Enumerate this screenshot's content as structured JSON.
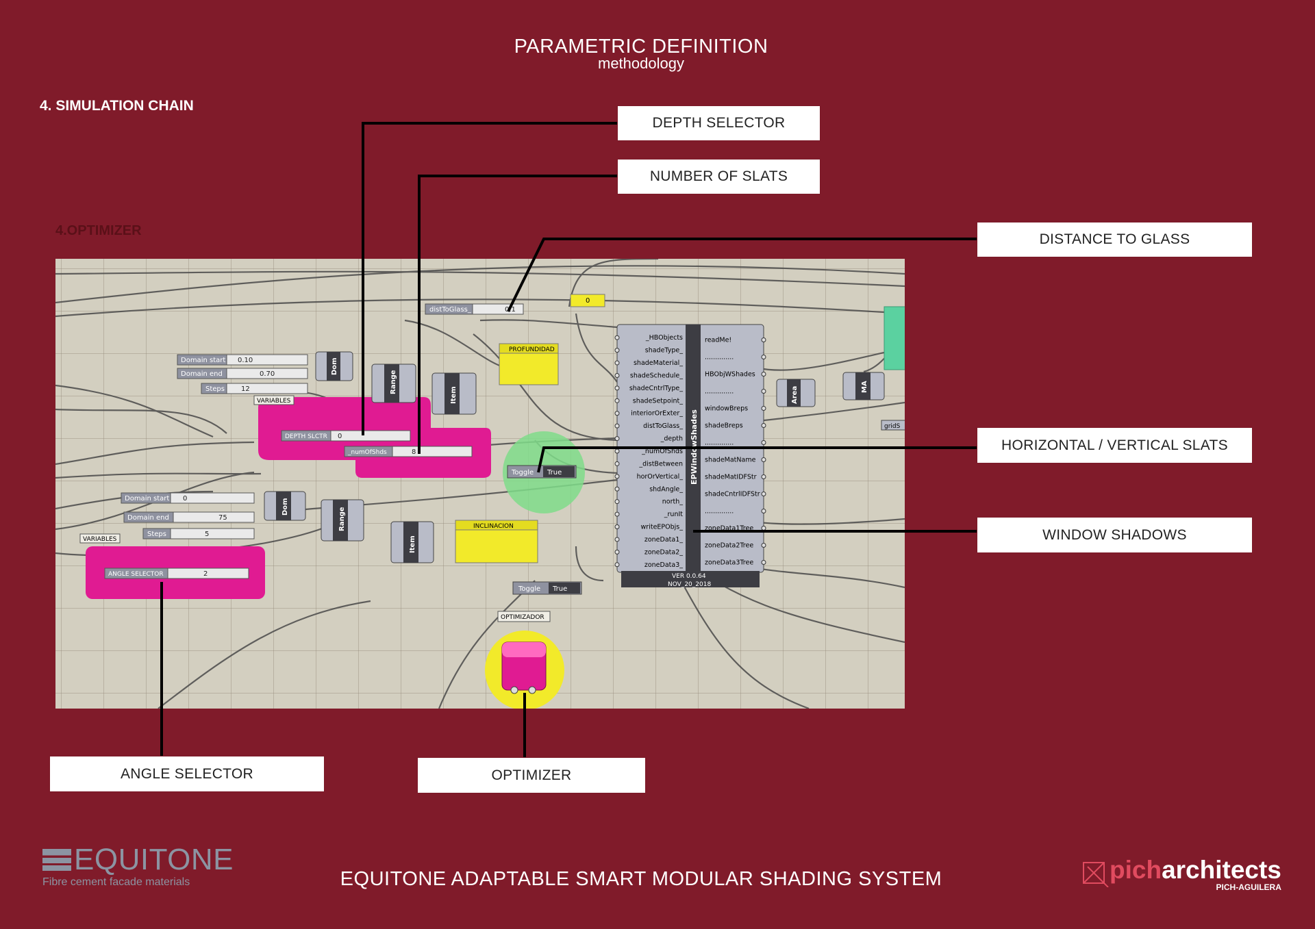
{
  "header": {
    "title": "PARAMETRIC DEFINITION",
    "subtitle": "methodology"
  },
  "section_title": "4. SIMULATION CHAIN",
  "subsection_title": "4.OPTIMIZER",
  "callouts": {
    "depth_selector": "DEPTH SELECTOR",
    "number_of_slats": "NUMBER OF SLATS",
    "distance_to_glass": "DISTANCE TO GLASS",
    "horizontal_vertical_slats": "HORIZONTAL / VERTICAL SLATS",
    "window_shadows": "WINDOW SHADOWS",
    "angle_selector": "ANGLE SELECTOR",
    "optimizer": "OPTIMIZER"
  },
  "canvas": {
    "dist_slider": {
      "label": "distToGlass_",
      "value": "0.1"
    },
    "yellow_small": "0",
    "domain_start_1": {
      "label": "Domain start",
      "value": "0.10"
    },
    "domain_end_1": {
      "label": "Domain end",
      "value": "0.70"
    },
    "steps_1": {
      "label": "Steps",
      "value": "12"
    },
    "variables_tag": "VARIABLES",
    "depth_slider": {
      "label": "DEPTH SLCTR",
      "value": "0"
    },
    "num_slider": {
      "label": "_numOfShds",
      "value": "8"
    },
    "profundidad": "PROFUNDIDAD",
    "toggle_1": {
      "label": "Toggle",
      "value": "True"
    },
    "domain_start_2": {
      "label": "Domain start",
      "value": "0"
    },
    "domain_end_2": {
      "label": "Domain end",
      "value": "75"
    },
    "steps_2": {
      "label": "Steps",
      "value": "5"
    },
    "angle_slider": {
      "label": "ANGLE SELECTOR",
      "value": "2"
    },
    "inclinacion": "INCLINACION",
    "toggle_2": {
      "label": "Toggle",
      "value": "True"
    },
    "optimizador": "OPTIMIZADOR",
    "dom": "Dom",
    "range": "Range",
    "item": "Item",
    "area": "Area",
    "ma": "MA",
    "gridsize": "gridS",
    "ep_component": "EPWindowShades",
    "ep_inputs": [
      "_HBObjects",
      "shadeType_",
      "shadeMaterial_",
      "shadeSchedule_",
      "shadeCntrlType_",
      "shadeSetpoint_",
      "interiorOrExter_",
      "distToGlass_",
      "_depth",
      "_numOfShds",
      "_distBetween",
      "horOrVertical_",
      "shdAngle_",
      "north_",
      "_runIt",
      "writeEPObjs_",
      "zoneData1_",
      "zoneData2_",
      "zoneData3_"
    ],
    "ep_outputs": [
      "readMe!",
      "..............",
      "HBObjWShades",
      "..............",
      "windowBreps",
      "shadeBreps",
      "..............",
      "shadeMatName",
      "shadeMatIDFStr",
      "shadeCntrlIDFStr",
      "..............",
      "zoneData1Tree",
      "zoneData2Tree",
      "zoneData3Tree"
    ],
    "ep_version": "VER 0.0.64",
    "ep_date": "NOV_20_2018"
  },
  "footer": {
    "title": "EQUITONE ADAPTABLE SMART MODULAR SHADING SYSTEM"
  },
  "logos": {
    "equitone_name": "EQUITONE",
    "equitone_tagline": "Fibre cement facade materials",
    "pich_a": "pich",
    "pich_b": "architects",
    "pich_c": "PICH-AGUILERA"
  },
  "colors": {
    "background": "#801b2a",
    "magenta": "#e01b92",
    "yellow": "#f2ea2a",
    "green": "#7fdc8a"
  }
}
